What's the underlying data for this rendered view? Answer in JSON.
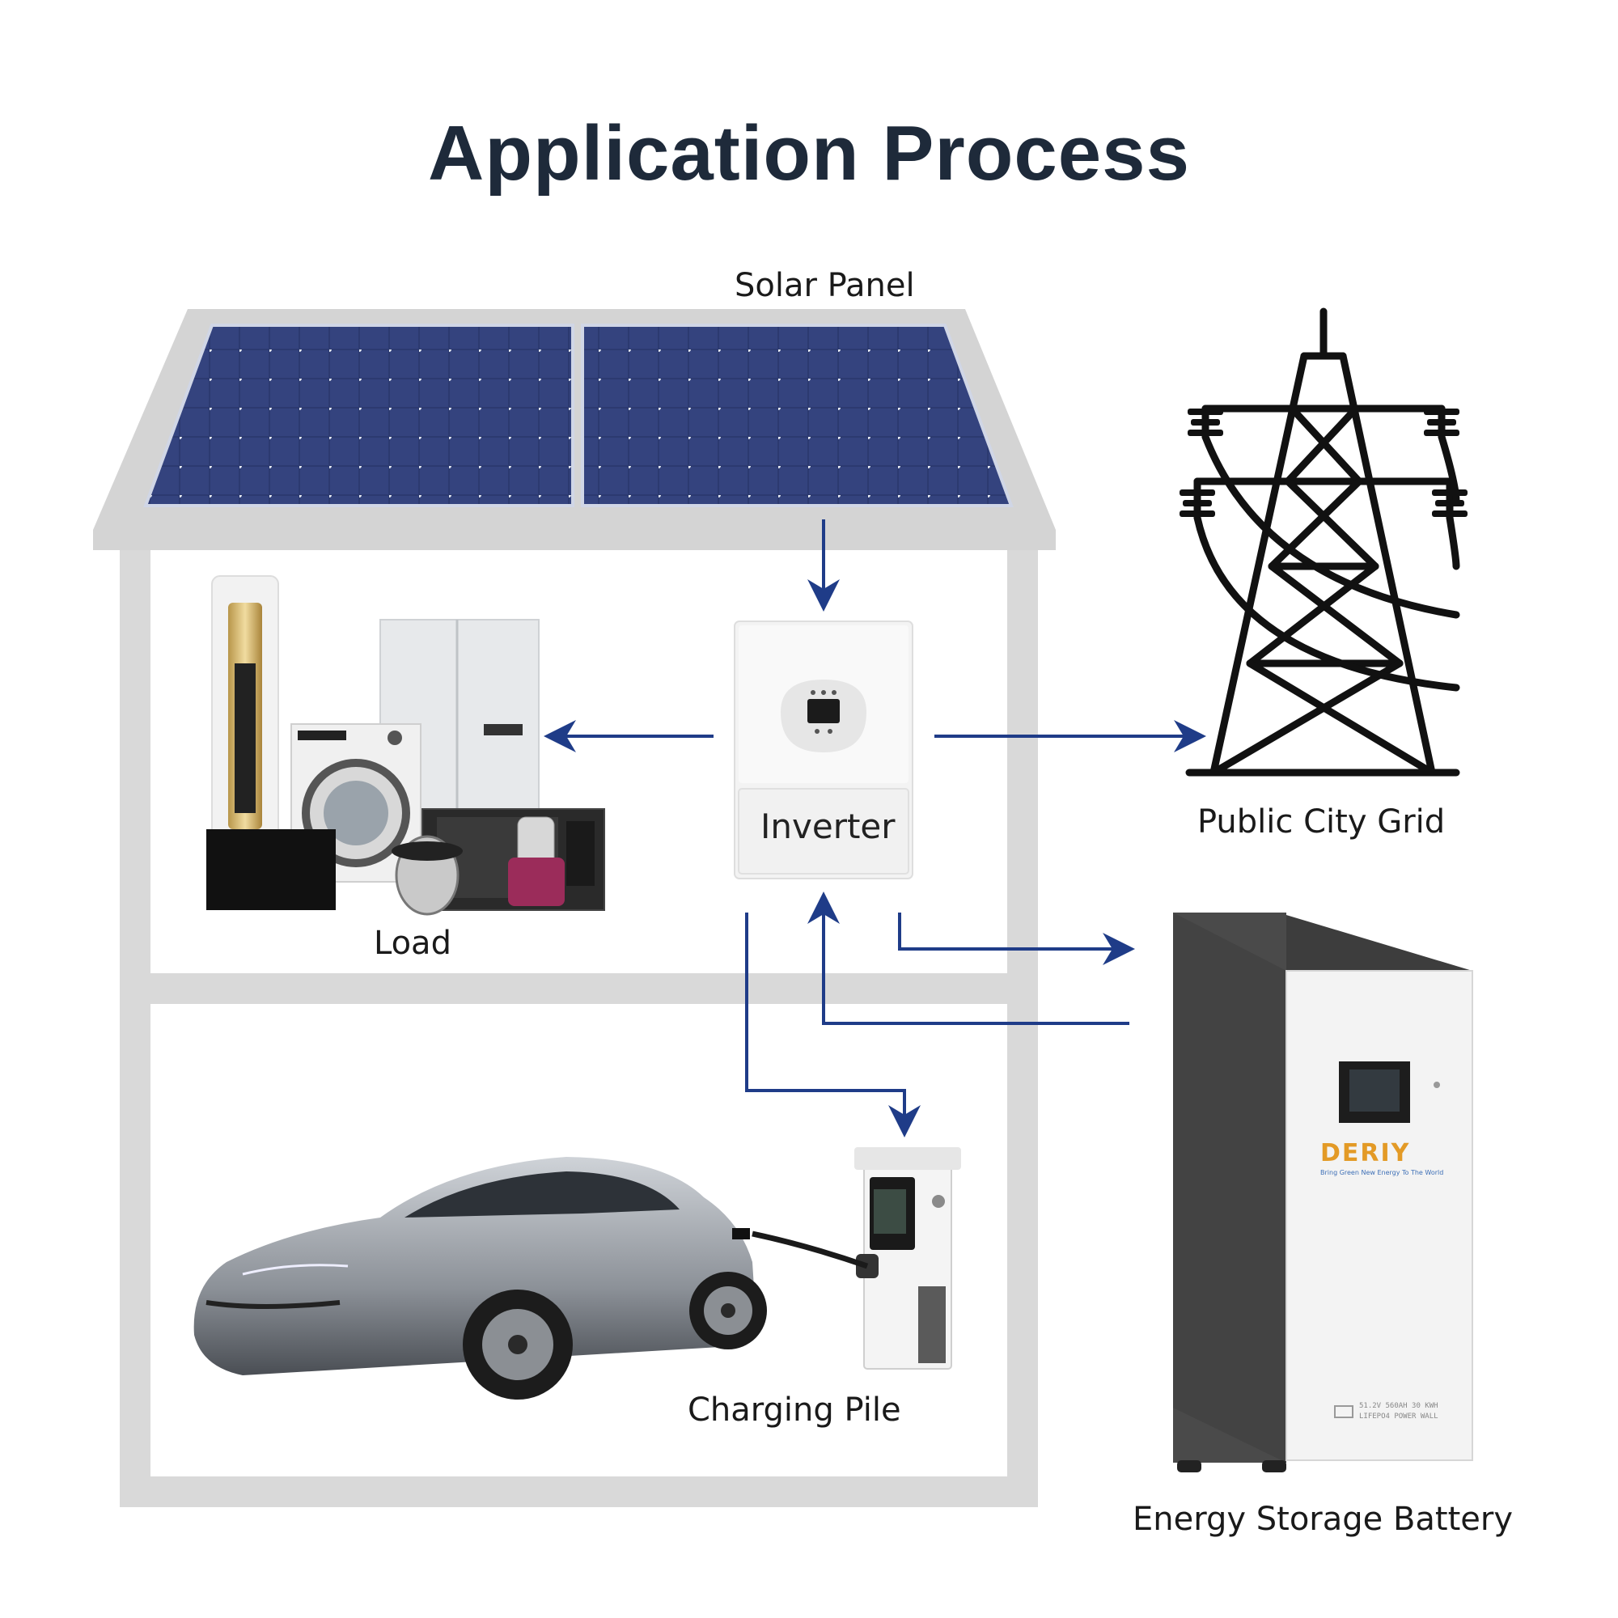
{
  "title": "Application Process",
  "labels": {
    "solar_panel": "Solar Panel",
    "inverter": "Inverter",
    "public_city_grid": "Public City Grid",
    "load": "Load",
    "charging_pile": "Charging Pile",
    "energy_storage_battery": "Energy Storage Battery"
  },
  "battery": {
    "brand": "DERIY",
    "slogan": "Bring Green New Energy To The World",
    "spec_line1": "51.2V 560AH 30 KWH",
    "spec_line2": "LIFEPO4 POWER WALL"
  },
  "colors": {
    "arrow": "#1f3c88",
    "house": "#d6d6d6",
    "panel": "#2a3568",
    "title": "#1e2a3a"
  }
}
